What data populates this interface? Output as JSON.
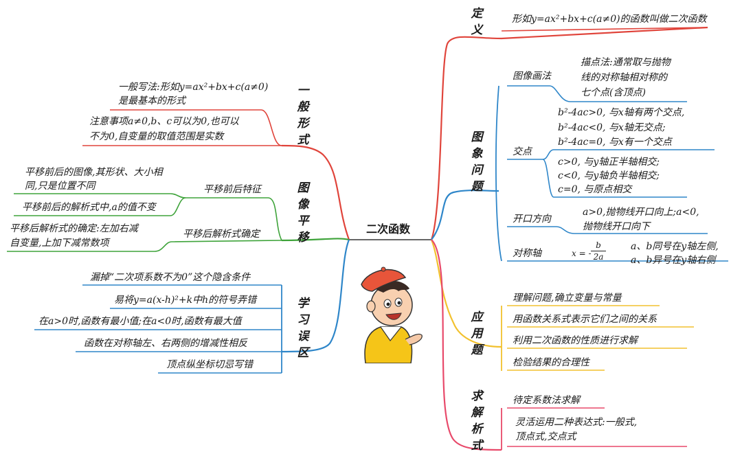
{
  "center": "二次函数",
  "colors": {
    "definition": "#e0443b",
    "image": "#2e86c9",
    "application": "#f2c12e",
    "solve": "#e0443b",
    "general": "#e0443b",
    "translation": "#3ea33a",
    "mistakes": "#2e86c9",
    "center": "#555555"
  },
  "right": {
    "definition": {
      "title": "定义",
      "text": "形如y=ax²+bx+c(a≠0)的函数叫做二次函数"
    },
    "image": {
      "title": "图象问题",
      "drawing": {
        "label": "图像画法",
        "lines": [
          "描点法:通常取与抛物",
          "线的对称轴相对称的",
          "七个点(含顶点)"
        ]
      },
      "intersection": {
        "label": "交点",
        "group1": [
          "b²-4ac>0, 与x轴有两个交点,",
          "b²-4ac<0, 与x轴无交点;",
          "b²-4ac=0, 与x有一个交点"
        ],
        "group2": [
          "c>0, 与y轴正半轴相交;",
          "c<0, 与y轴负半轴相交;",
          "c=0, 与原点相交"
        ]
      },
      "opening": {
        "label": "开口方向",
        "lines": [
          "a>0,抛物线开口向上;a<0,",
          "抛物线开口向下"
        ]
      },
      "axis": {
        "label": "对称轴",
        "formula_lhs": "x = -",
        "formula_num": "b",
        "formula_den": "2a",
        "lines": [
          "a、b同号在y轴左侧,",
          "a、b异号在y轴右侧"
        ]
      }
    },
    "application": {
      "title": "应用题",
      "items": [
        "理解问题,确立变量与常量",
        "用函数关系式表示它们之间的关系",
        "利用二次函数的性质进行求解",
        "检验结果的合理性"
      ]
    },
    "solve": {
      "title": "求解析式",
      "item1": "待定系数法求解",
      "item2": [
        "灵活运用二种表达式:一般式,",
        "顶点式,交点式"
      ]
    }
  },
  "left": {
    "general": {
      "title": "一般形式",
      "item1": [
        "一般写法:形如y=ax²+bx+c(a≠0)",
        "是最基本的形式"
      ],
      "item2": [
        "注意事项a≠0,b、c可以为0,也可以",
        "不为0,自变量的取值范围是实数"
      ]
    },
    "translation": {
      "title": "图像平移",
      "before_after": {
        "label": "平移前后特征",
        "lines1": [
          "平移前后的图像,其形状、大小相",
          "同,只是位置不同"
        ],
        "lines2": [
          "平移前后的解析式中,a的值不变"
        ]
      },
      "determine": {
        "label": "平移后解析式确定",
        "lines": [
          "平移后解析式的确定:左加右减",
          "自变量,上加下减常数项"
        ]
      }
    },
    "mistakes": {
      "title": "学习误区",
      "items": [
        "漏掉“二次项系数不为0”这个隐含条件",
        "易将y=a(x-h)²+k中h的符号弄错",
        "在a>0时,函数有最小值;在a<0时,函数有最大值",
        "函数在对称轴左、右两侧的增减性相反",
        "顶点纵坐标切忌写错"
      ]
    }
  }
}
